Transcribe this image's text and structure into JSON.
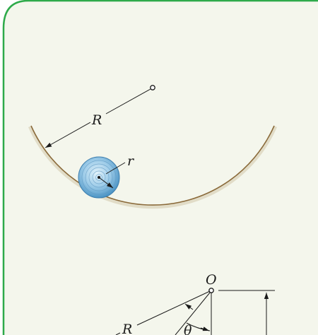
{
  "colors": {
    "background": "#f4f6ec",
    "frame_border": "#2eaa4a",
    "bowl_surface": "#8a6a3a",
    "bowl_shadow": "#d8d2b8",
    "line": "#1a1a1a",
    "cylinder_light": "#c9e6f5",
    "cylinder_dark": "#4a93c4",
    "cylinder_ring": "#3f7fae"
  },
  "top_figure": {
    "radius_label": "R",
    "small_radius_label": "r"
  },
  "bottom_figure": {
    "center_label": "O",
    "radius_label": "R",
    "angle_label": "θ"
  }
}
